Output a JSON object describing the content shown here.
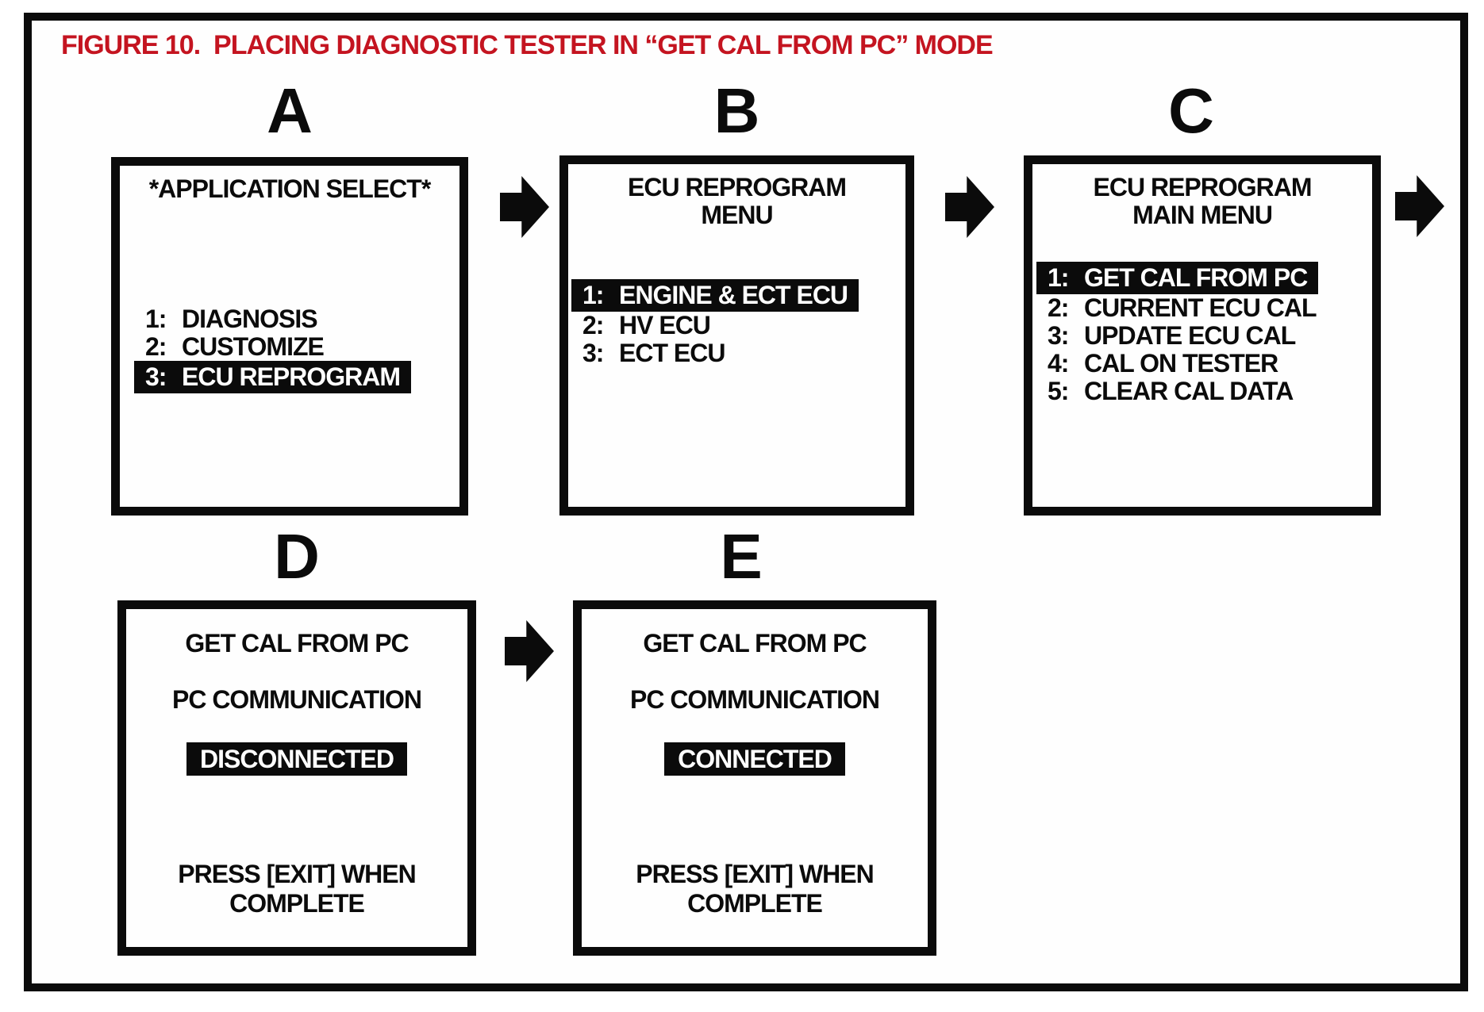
{
  "figure": {
    "title": "FIGURE 10.  PLACING DIAGNOSTIC TESTER IN “GET CAL FROM PC” MODE"
  },
  "colors": {
    "title_red": "#c41420",
    "highlight_bg": "#0b0b0b",
    "highlight_fg": "#ffffff"
  },
  "icons": {
    "flow_arrow": "arrow-right"
  },
  "panels": [
    {
      "label": "A",
      "title_lines": [
        "*APPLICATION SELECT*"
      ],
      "items": [
        {
          "num": "1:",
          "text": "DIAGNOSIS"
        },
        {
          "num": "2:",
          "text": "CUSTOMIZE"
        },
        {
          "num": "3:",
          "text": "ECU REPROGRAM"
        }
      ]
    },
    {
      "label": "B",
      "title_lines": [
        "ECU REPROGRAM",
        "MENU"
      ],
      "items": [
        {
          "num": "1:",
          "text": "ENGINE & ECT ECU"
        },
        {
          "num": "2:",
          "text": "HV ECU"
        },
        {
          "num": "3:",
          "text": "ECT ECU"
        }
      ]
    },
    {
      "label": "C",
      "title_lines": [
        "ECU REPROGRAM",
        "MAIN MENU"
      ],
      "items": [
        {
          "num": "1:",
          "text": "GET CAL FROM PC"
        },
        {
          "num": "2:",
          "text": "CURRENT ECU CAL"
        },
        {
          "num": "3:",
          "text": "UPDATE ECU CAL"
        },
        {
          "num": "4:",
          "text": "CAL ON TESTER"
        },
        {
          "num": "5:",
          "text": "CLEAR CAL DATA"
        }
      ]
    },
    {
      "label": "D",
      "lines": [
        "GET CAL FROM PC",
        "PC COMMUNICATION"
      ],
      "status": "DISCONNECTED",
      "footer_lines": [
        "PRESS [EXIT] WHEN",
        "COMPLETE"
      ]
    },
    {
      "label": "E",
      "lines": [
        "GET CAL FROM PC",
        "PC COMMUNICATION"
      ],
      "status": "CONNECTED",
      "footer_lines": [
        "PRESS [EXIT] WHEN",
        "COMPLETE"
      ]
    }
  ]
}
